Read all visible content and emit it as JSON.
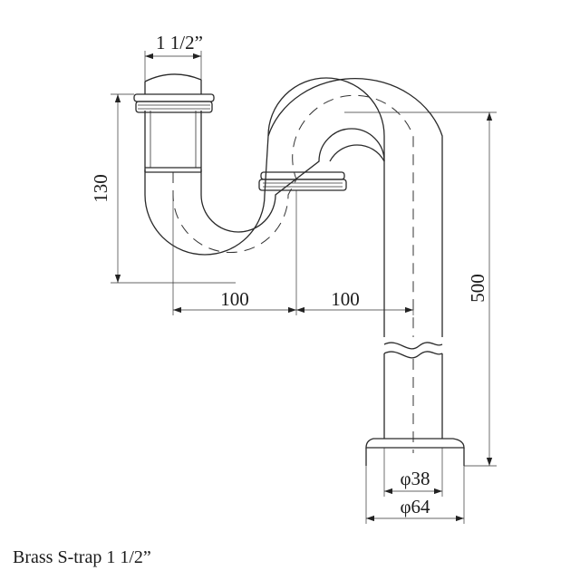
{
  "caption": "Brass S-trap 1 1/2”",
  "dimensions": {
    "top_size": "1 1/2”",
    "height": "130",
    "width_left": "100",
    "width_right": "100",
    "total_height": "500",
    "inner_diameter": "φ38",
    "outer_diameter": "φ64"
  }
}
